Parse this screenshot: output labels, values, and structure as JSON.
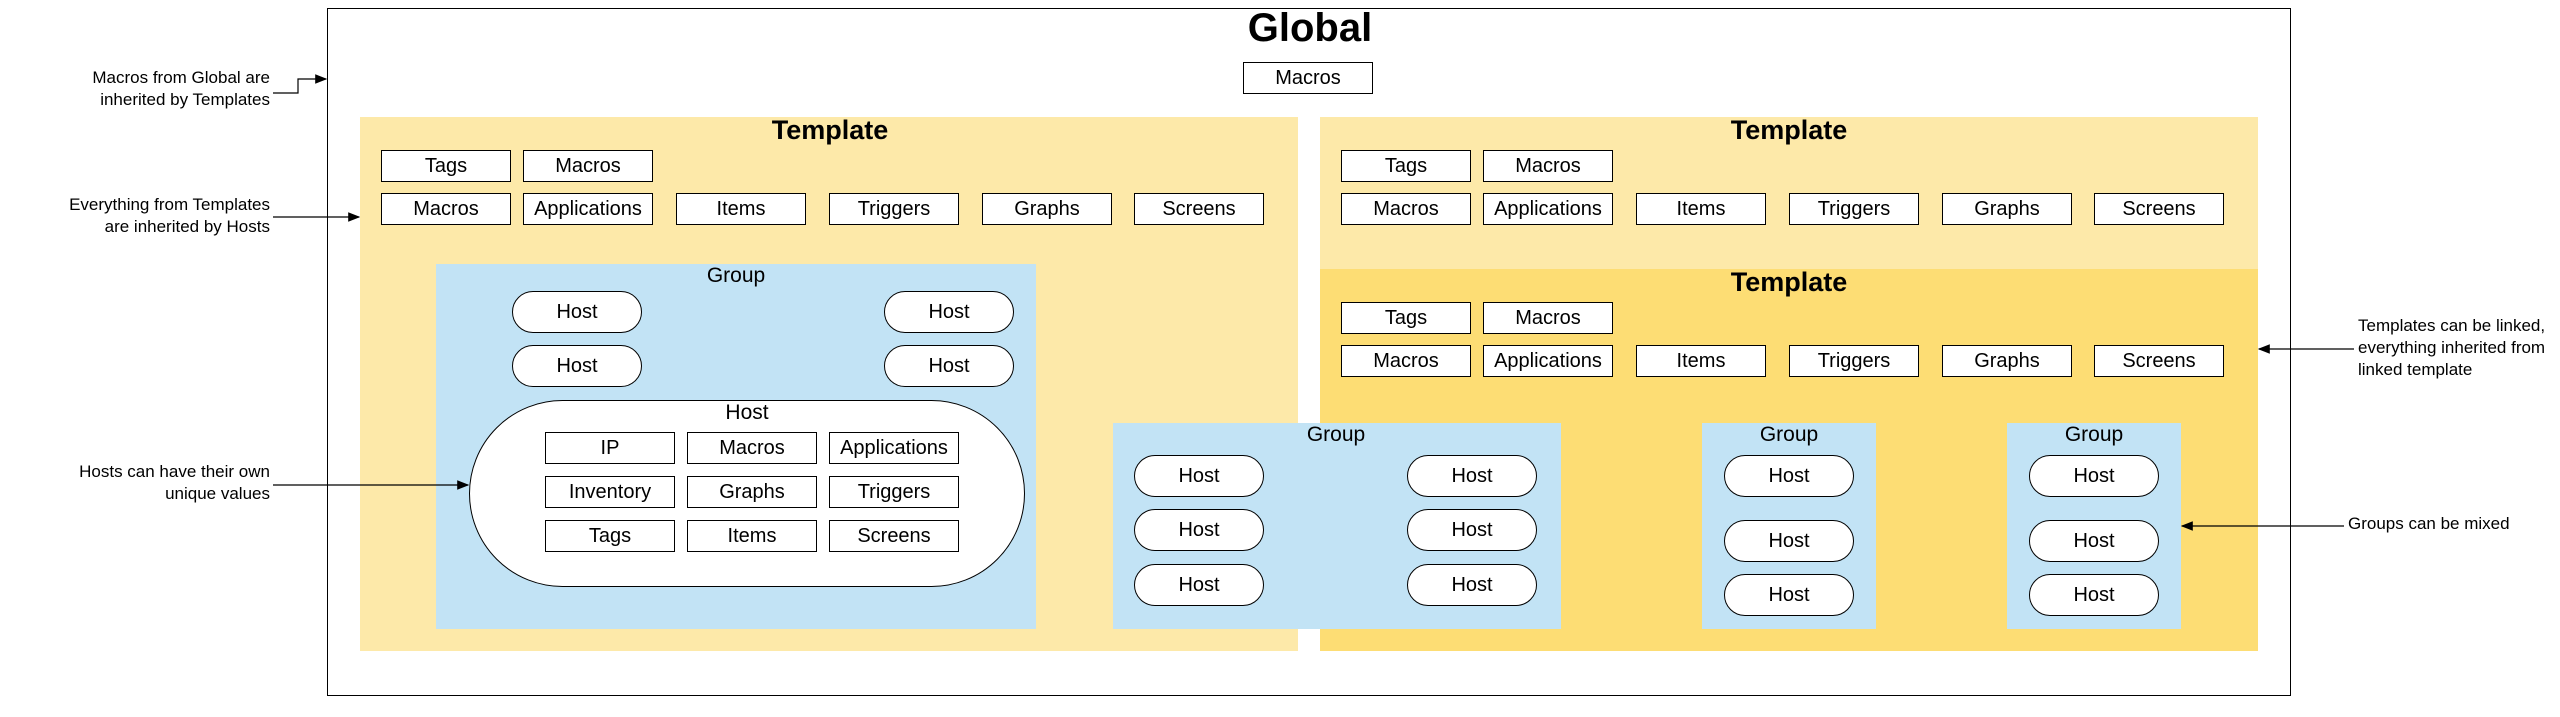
{
  "global": {
    "title": "Global",
    "macros": "Macros"
  },
  "template_title": "Template",
  "group_title": "Group",
  "host_label": "Host",
  "row_tags_macros": [
    "Tags",
    "Macros"
  ],
  "row_items": [
    "Macros",
    "Applications",
    "Items",
    "Triggers",
    "Graphs",
    "Screens"
  ],
  "host_values": [
    "IP",
    "Macros",
    "Applications",
    "Inventory",
    "Graphs",
    "Triggers",
    "Tags",
    "Items",
    "Screens"
  ],
  "notes": {
    "global_inherit": [
      "Macros from Global are",
      "inherited by Templates"
    ],
    "templates_inherit": [
      "Everything from Templates",
      "are inherited by Hosts"
    ],
    "hosts_unique": [
      "Hosts can have their own",
      "unique values"
    ],
    "templates_linked": [
      "Templates can be linked,",
      "everything inherited from",
      "linked template"
    ],
    "groups_mixed": "Groups can be mixed"
  },
  "colors": {
    "template_light": "#fde9a9",
    "template_dark": "#fddd74",
    "group": "#c2e3f5"
  }
}
